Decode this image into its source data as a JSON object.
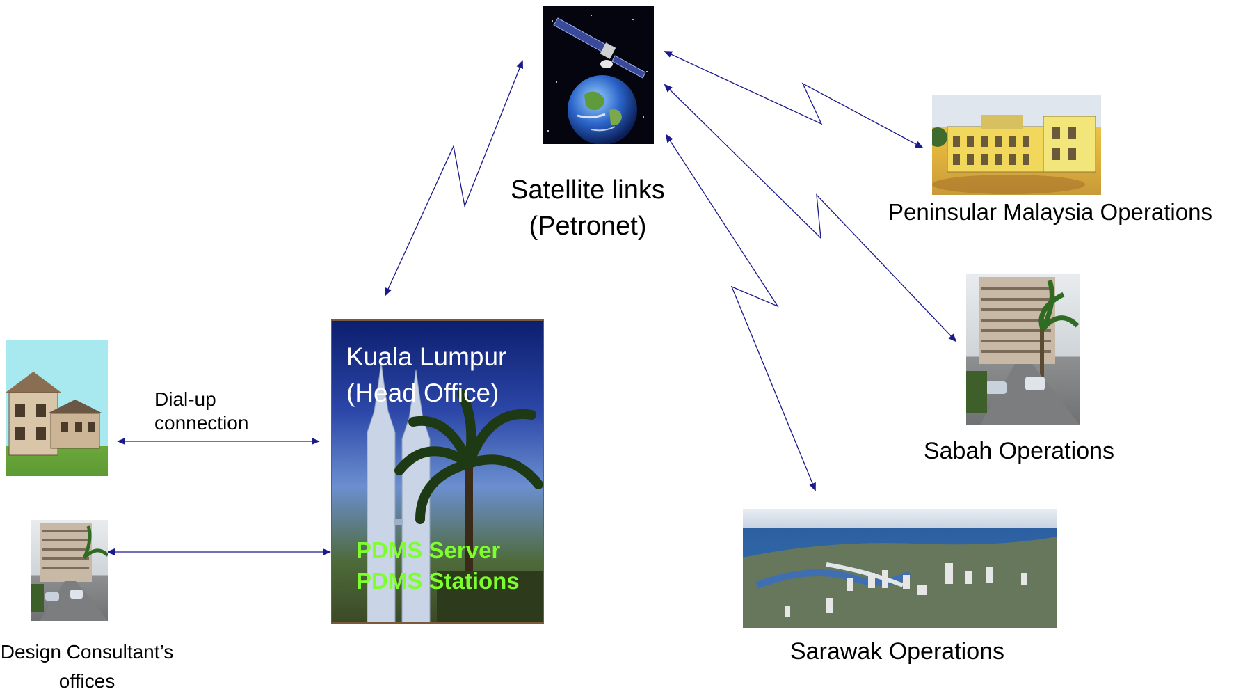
{
  "satellite": {
    "label_line1": "Satellite links",
    "label_line2": "(Petronet)"
  },
  "head_office": {
    "title_line1": "Kuala Lumpur",
    "title_line2": "(Head Office)",
    "server_line1": "PDMS Server",
    "server_line2": "PDMS Stations"
  },
  "sites": {
    "peninsular": "Peninsular Malaysia Operations",
    "sabah": "Sabah Operations",
    "sarawak": "Sarawak Operations"
  },
  "consultant": {
    "dialup_line1": "Dial-up",
    "dialup_line2": "connection",
    "label_line1": "Design Consultant’s",
    "label_line2": "offices"
  },
  "colors": {
    "link": "#1a1a8c",
    "server_text": "#7cff2a"
  }
}
